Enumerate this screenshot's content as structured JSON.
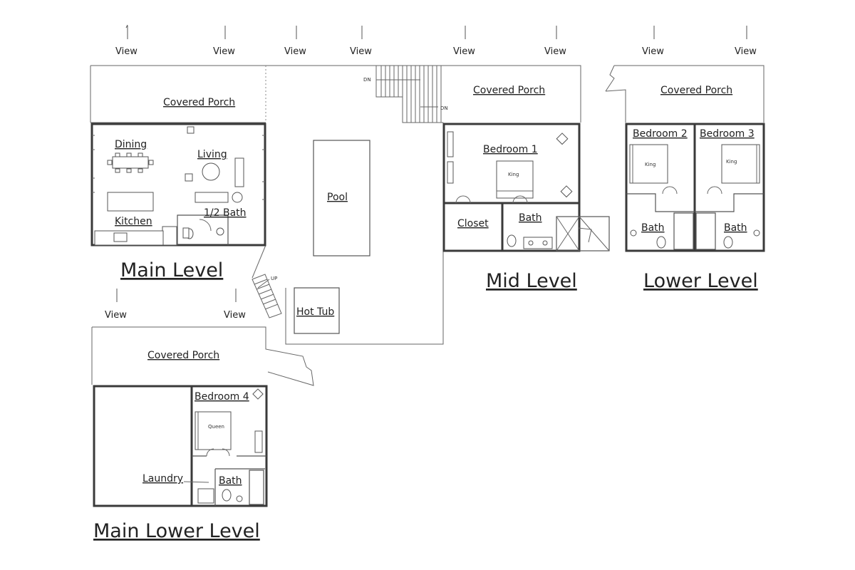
{
  "view_label": "View",
  "levels": {
    "main": "Main Level",
    "mid": "Mid Level",
    "lower": "Lower Level",
    "main_lower": "Main Lower Level"
  },
  "rooms": {
    "covered_porch_main": "Covered Porch",
    "dining": "Dining",
    "living": "Living",
    "kitchen": "Kitchen",
    "half_bath": "1/2 Bath",
    "pool": "Pool",
    "hot_tub": "Hot Tub",
    "covered_porch_mid": "Covered Porch",
    "bedroom1": "Bedroom 1",
    "closet": "Closet",
    "bath_mid": "Bath",
    "covered_porch_lower": "Covered Porch",
    "bedroom2": "Bedroom 2",
    "bedroom3": "Bedroom 3",
    "bath_lower_left": "Bath",
    "bath_lower_right": "Bath",
    "covered_porch_main_lower": "Covered Porch",
    "bedroom4": "Bedroom 4",
    "laundry": "Laundry",
    "bath_main_lower": "Bath"
  },
  "beds": {
    "bedroom1": "King",
    "bedroom2": "King",
    "bedroom3": "King",
    "bedroom4": "Queen"
  },
  "stairs": {
    "dn_top": "DN",
    "dn_mid": "DN",
    "up": "UP"
  }
}
